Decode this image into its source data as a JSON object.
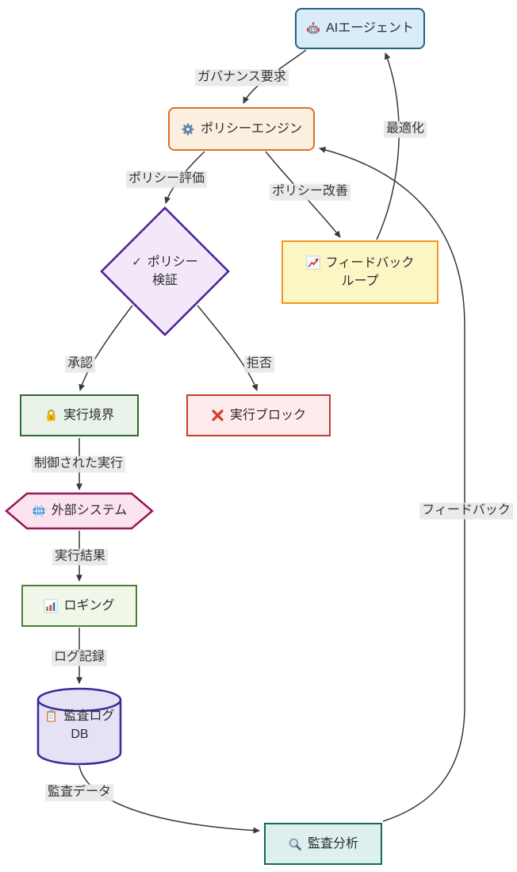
{
  "diagram": {
    "background": "#ffffff",
    "edge_color": "#383838",
    "label_background": "#e8e8e8",
    "nodes": {
      "ai_agent": {
        "label": "AIエージェント",
        "icon": "robot-icon",
        "fill": "#d9ecf7",
        "stroke": "#20638f",
        "shape": "rounded-rect"
      },
      "policy_engine": {
        "label": "ポリシーエンジン",
        "icon": "gear-icon",
        "fill": "#fbf0df",
        "stroke": "#e0702a",
        "shape": "rounded-rect"
      },
      "policy_check": {
        "check": "✓",
        "line1": "ポリシー",
        "line2": "検証",
        "fill": "#f3e8f9",
        "stroke": "#4c1d95",
        "shape": "diamond"
      },
      "feedback_loop": {
        "line1": "フィードバック",
        "line2": "ループ",
        "icon": "chart-up-icon",
        "fill": "#fcf6c5",
        "stroke": "#f0971f",
        "shape": "rect"
      },
      "exec_boundary": {
        "label": "実行境界",
        "icon": "lock-icon",
        "fill": "#e9f3ea",
        "stroke": "#2d6a34",
        "shape": "rect"
      },
      "exec_block": {
        "label": "実行ブロック",
        "icon": "x-icon",
        "fill": "#fdeceb",
        "stroke": "#c43a31",
        "shape": "rect"
      },
      "ext_system": {
        "label": "外部システム",
        "icon": "globe-icon",
        "fill": "#fbe3ef",
        "stroke": "#96175a",
        "shape": "hexagon"
      },
      "logging": {
        "label": "ロギング",
        "icon": "bar-chart-icon",
        "fill": "#f0f7e9",
        "stroke": "#4f7e32",
        "shape": "rect"
      },
      "audit_db": {
        "line1": "監査ログ",
        "line2": "DB",
        "icon": "clipboard-icon",
        "fill": "#e7e1f6",
        "stroke": "#372a9b",
        "shape": "cylinder"
      },
      "audit_analysis": {
        "label": "監査分析",
        "icon": "magnifier-icon",
        "fill": "#def0ed",
        "stroke": "#15695e",
        "shape": "rect"
      }
    },
    "edges": {
      "governance_request": {
        "label": "ガバナンス要求",
        "from": "ai_agent",
        "to": "policy_engine"
      },
      "policy_evaluation": {
        "label": "ポリシー評価",
        "from": "policy_engine",
        "to": "policy_check"
      },
      "policy_improvement": {
        "label": "ポリシー改善",
        "from": "policy_engine",
        "to": "feedback_loop"
      },
      "optimization": {
        "label": "最適化",
        "from": "feedback_loop",
        "to": "ai_agent"
      },
      "approve": {
        "label": "承認",
        "from": "policy_check",
        "to": "exec_boundary"
      },
      "reject": {
        "label": "拒否",
        "from": "policy_check",
        "to": "exec_block"
      },
      "controlled_execution": {
        "label": "制御された実行",
        "from": "exec_boundary",
        "to": "ext_system"
      },
      "execution_result": {
        "label": "実行結果",
        "from": "ext_system",
        "to": "logging"
      },
      "log_record": {
        "label": "ログ記録",
        "from": "logging",
        "to": "audit_db"
      },
      "audit_data": {
        "label": "監査データ",
        "from": "audit_db",
        "to": "audit_analysis"
      },
      "feedback": {
        "label": "フィードバック",
        "from": "audit_analysis",
        "to": "policy_engine"
      }
    }
  }
}
